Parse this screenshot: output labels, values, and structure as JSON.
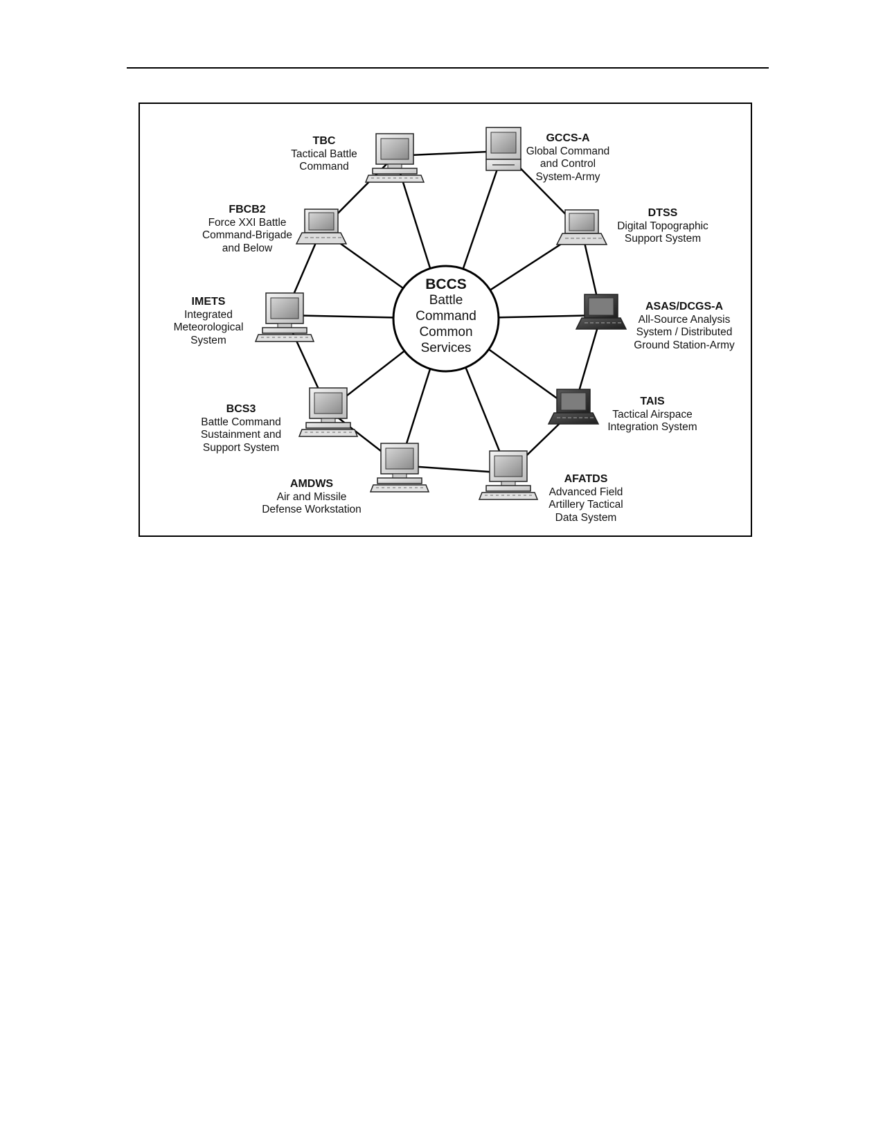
{
  "hub": {
    "acronym": "BCCS",
    "full_name": "Battle\nCommand\nCommon\nServices"
  },
  "nodes": [
    {
      "id": "tbc",
      "acronym": "TBC",
      "full_name": "Tactical Battle\nCommand",
      "device": "desktop-icon"
    },
    {
      "id": "gccs",
      "acronym": "GCCS-A",
      "full_name": "Global Command\nand Control\nSystem-Army",
      "device": "desktop-tower-icon"
    },
    {
      "id": "dtss",
      "acronym": "DTSS",
      "full_name": "Digital Topographic\nSupport System",
      "device": "laptop-icon"
    },
    {
      "id": "asas",
      "acronym": "ASAS/DCGS-A",
      "full_name": "All-Source Analysis\nSystem / Distributed\nGround Station-Army",
      "device": "laptop-icon"
    },
    {
      "id": "tais",
      "acronym": "TAIS",
      "full_name": "Tactical Airspace\nIntegration System",
      "device": "laptop-icon"
    },
    {
      "id": "afatds",
      "acronym": "AFATDS",
      "full_name": "Advanced Field\nArtillery Tactical\nData System",
      "device": "desktop-icon"
    },
    {
      "id": "amdws",
      "acronym": "AMDWS",
      "full_name": "Air and Missile\nDefense Workstation",
      "device": "desktop-icon"
    },
    {
      "id": "bcs3",
      "acronym": "BCS3",
      "full_name": "Battle Command\nSustainment and\nSupport System",
      "device": "desktop-icon"
    },
    {
      "id": "imets",
      "acronym": "IMETS",
      "full_name": "Integrated\nMeteorological\nSystem",
      "device": "desktop-icon"
    },
    {
      "id": "fbcb2",
      "acronym": "FBCB2",
      "full_name": "Force XXI Battle\nCommand-Brigade\nand Below",
      "device": "laptop-icon"
    }
  ]
}
